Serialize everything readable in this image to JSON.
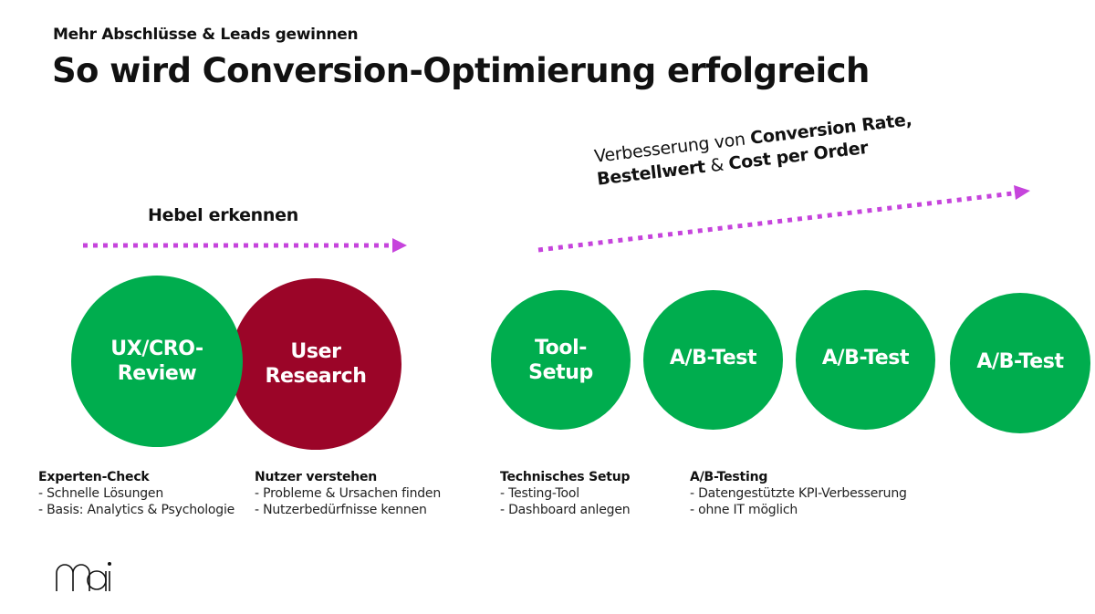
{
  "header": {
    "subtitle": "Mehr Abschlüsse & Leads gewinnen",
    "title": "So wird Conversion-Optimierung erfolgreich"
  },
  "phase1": {
    "label": "Hebel erkennen",
    "arrow_color": "#c644dc"
  },
  "phase2": {
    "label_regular_1": "Verbesserung von ",
    "label_bold_1": "Conversion Rate,",
    "label_bold_2": "Bestellwert",
    "label_regular_2": " & ",
    "label_bold_3": "Cost per Order",
    "arrow_color": "#c644dc"
  },
  "circles": [
    {
      "line1": "UX/CRO-",
      "line2": "Review",
      "color": "#00ad4e"
    },
    {
      "line1": "User",
      "line2": "Research",
      "color": "#9b0528"
    },
    {
      "line1": "Tool-",
      "line2": "Setup",
      "color": "#00ad4e"
    },
    {
      "line1": "A/B-Test",
      "line2": "",
      "color": "#00ad4e"
    },
    {
      "line1": "A/B-Test",
      "line2": "",
      "color": "#00ad4e"
    },
    {
      "line1": "A/B-Test",
      "line2": "",
      "color": "#00ad4e"
    }
  ],
  "descriptions": [
    {
      "heading": "Experten-Check",
      "items": [
        "- Schnelle Lösungen",
        "- Basis: Analytics & Psychologie"
      ]
    },
    {
      "heading": "Nutzer verstehen",
      "items": [
        "- Probleme & Ursachen finden",
        "- Nutzerbedürfnisse kennen"
      ]
    },
    {
      "heading": "Technisches Setup",
      "items": [
        "- Testing-Tool",
        "- Dashboard anlegen"
      ]
    },
    {
      "heading": "A/B-Testing",
      "items": [
        "- Datengestützte KPI-Verbesserung",
        "- ohne IT möglich"
      ]
    }
  ],
  "logo": {
    "text": "mai"
  }
}
